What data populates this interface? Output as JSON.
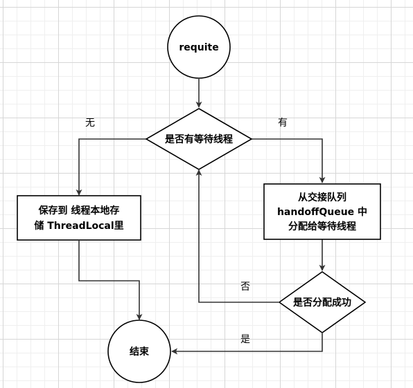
{
  "nodes": {
    "start": {
      "label": "requite"
    },
    "has_waiting_thread": {
      "label": "是否有等待线程"
    },
    "save_thread_local": {
      "line1": "保存到 线程本地存",
      "line2": "储 ThreadLocal里"
    },
    "assign_from_queue": {
      "line1": "从交接队列",
      "line2": "handoffQueue 中",
      "line3": "分配给等待线程"
    },
    "assign_success": {
      "label": "是否分配成功"
    },
    "end": {
      "label": "结束"
    }
  },
  "edges": {
    "none_label": "无",
    "has_label": "有",
    "no_label": "否",
    "yes_label": "是"
  },
  "colors": {
    "stroke": "#000000",
    "edge": "#333333",
    "fill": "#ffffff"
  }
}
